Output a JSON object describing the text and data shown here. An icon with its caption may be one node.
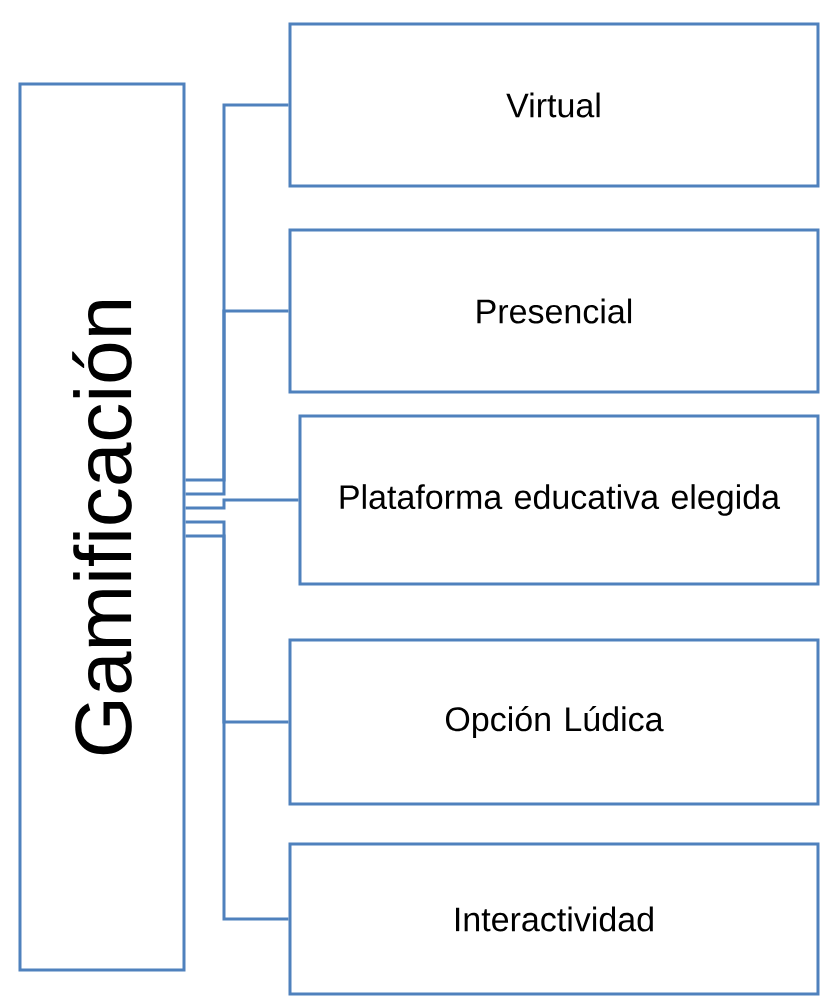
{
  "diagram": {
    "nodes": [
      {
        "text": [
          "Gamificación"
        ]
      },
      {
        "text": [
          "Virtual"
        ]
      },
      {
        "text": [
          "Presencial"
        ]
      },
      {
        "text": [
          "Plataforma educativa elegida"
        ]
      },
      {
        "text": [
          "Opción Lúdica"
        ]
      },
      {
        "text": [
          "Interactividad"
        ]
      }
    ],
    "edges": [
      {
        "from": 0,
        "to": 1,
        "arrow": "none"
      },
      {
        "from": 0,
        "to": 2,
        "arrow": "none"
      },
      {
        "from": 0,
        "to": 3,
        "arrow": "none"
      },
      {
        "from": 0,
        "to": 4,
        "arrow": "none"
      },
      {
        "from": 0,
        "to": 5,
        "arrow": "none"
      }
    ]
  }
}
